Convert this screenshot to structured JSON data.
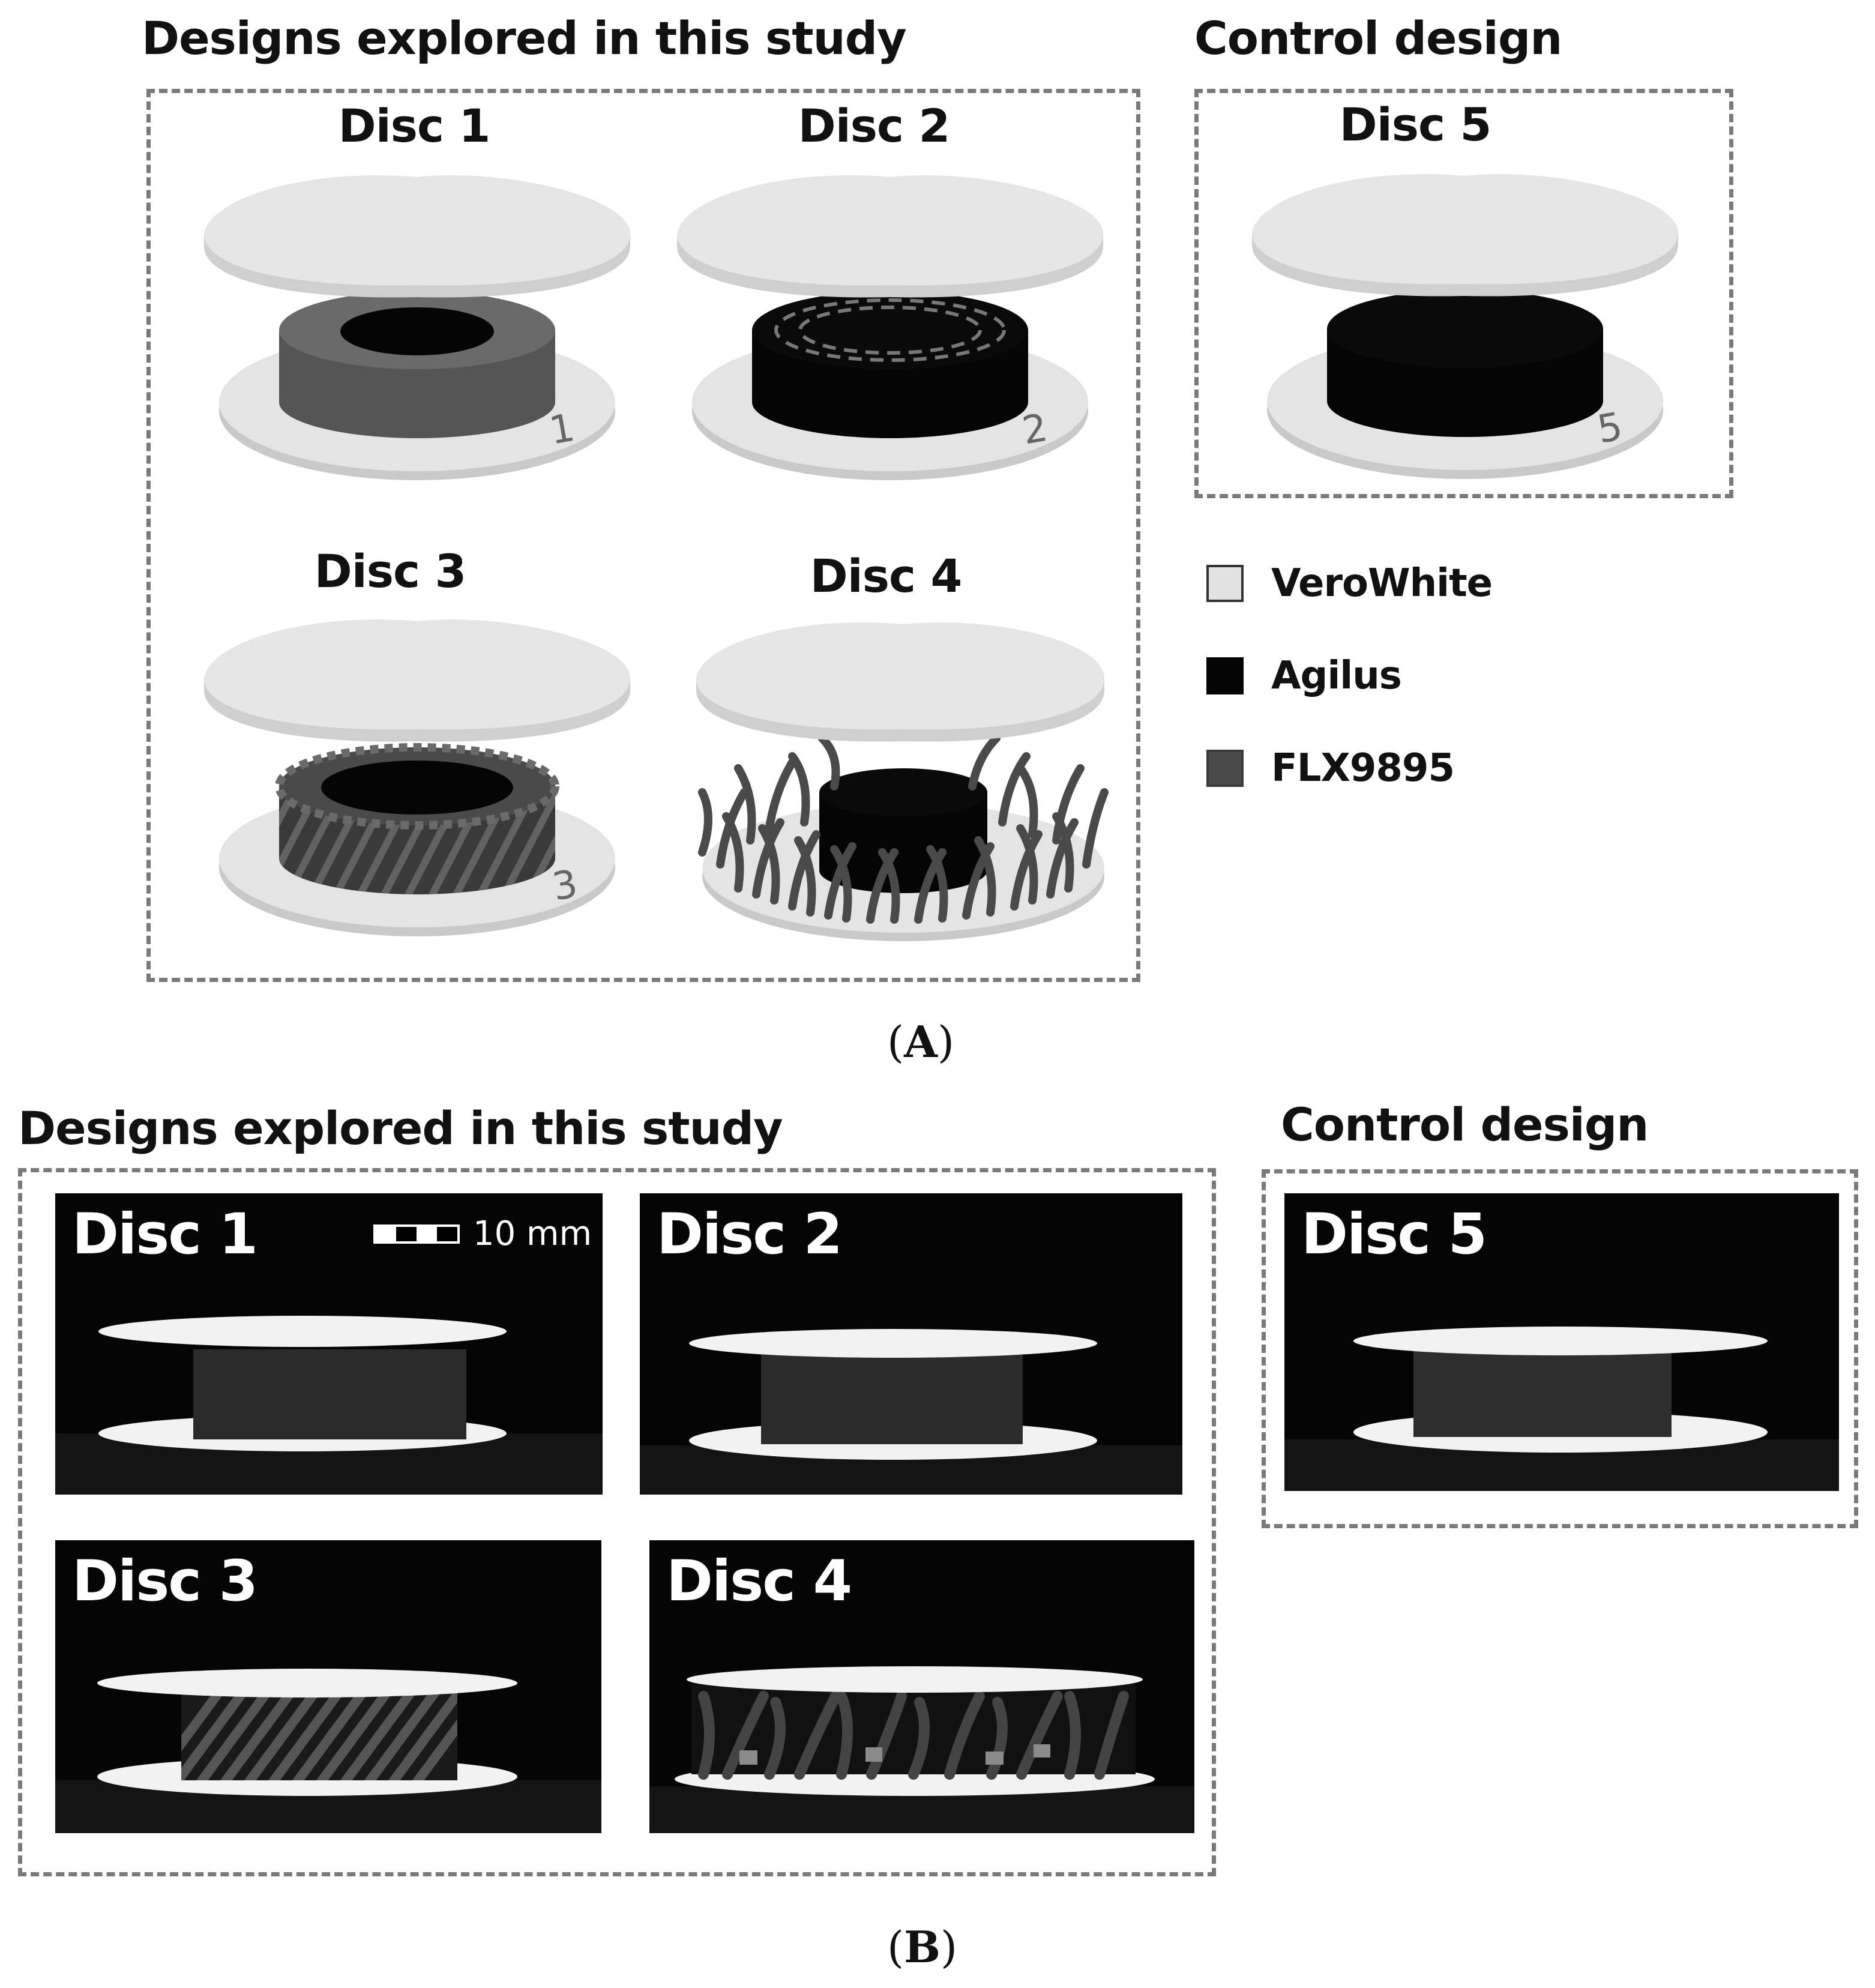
{
  "panel_a": {
    "heading_left": "Designs explored in this study",
    "heading_right": "Control design",
    "discs": [
      {
        "title": "Disc 1",
        "base_number": "1"
      },
      {
        "title": "Disc 2",
        "base_number": "2"
      },
      {
        "title": "Disc 3",
        "base_number": "3"
      },
      {
        "title": "Disc 4",
        "base_number": ""
      },
      {
        "title": "Disc 5",
        "base_number": "5"
      }
    ],
    "legend": [
      {
        "label": "VeroWhite",
        "color": "#e2e2e2"
      },
      {
        "label": "Agilus",
        "color": "#050505"
      },
      {
        "label": "FLX9895",
        "color": "#4a4a4a"
      }
    ],
    "label_open": "(",
    "label_letter": "A",
    "label_close": ")"
  },
  "panel_b": {
    "heading_left": "Designs explored in this study",
    "heading_right": "Control design",
    "photos": [
      {
        "title": "Disc 1"
      },
      {
        "title": "Disc 2"
      },
      {
        "title": "Disc 3"
      },
      {
        "title": "Disc 4"
      },
      {
        "title": "Disc 5"
      }
    ],
    "scale_bar": "10 mm",
    "label_open": "(",
    "label_letter": "B",
    "label_close": ")"
  },
  "colors": {
    "verowhite": "#e2e2e2",
    "agilus": "#050505",
    "flx9895": "#4a4a4a",
    "dashed_border": "#7a7a7a",
    "photo_background": "#050505"
  }
}
